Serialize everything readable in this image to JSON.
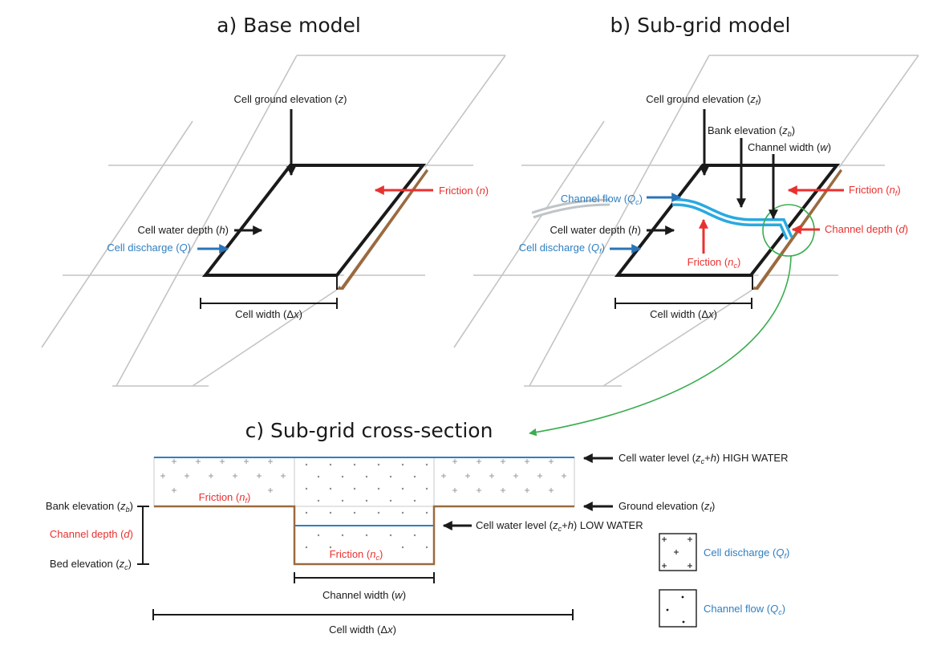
{
  "colors": {
    "black": "#1a1a1a",
    "grid": "#c4c4c4",
    "red_arrow": "#e8312f",
    "blue_arrow": "#2a74b8",
    "channel": "#29a9e0",
    "channel_ghost": "#bfc4c7",
    "bank": "#9a6a3f",
    "water_line": "#2f7fc1",
    "green_link": "#3aad4f"
  },
  "panel_a": {
    "title": "a) Base model",
    "ground_elev": {
      "text": "Cell ground elevation (",
      "sym": "z",
      "close": ")"
    },
    "friction": {
      "text": "Friction (",
      "sym": "n",
      "close": ")"
    },
    "water_depth": {
      "text": "Cell water depth (",
      "sym": "h",
      "close": ")"
    },
    "discharge": {
      "text": "Cell discharge (",
      "sym": "Q",
      "close": ")"
    },
    "cell_width": {
      "text": "Cell width (Δ",
      "sym": "x",
      "close": ")"
    }
  },
  "panel_b": {
    "title": "b) Sub-grid model",
    "ground_elev": {
      "text": "Cell ground elevation (",
      "sym": "z",
      "sub": "f",
      "close": ")"
    },
    "bank_elev": {
      "text": "Bank elevation (",
      "sym": "z",
      "sub": "b",
      "close": ")"
    },
    "channel_width": {
      "text": "Channel width (",
      "sym": "w",
      "close": ")"
    },
    "friction_f": {
      "text": "Friction (",
      "sym": "n",
      "sub": "f",
      "close": ")"
    },
    "channel_flow": {
      "text": "Channel flow (",
      "sym": "Q",
      "sub": "c",
      "close": ")"
    },
    "channel_depth": {
      "text": "Channel depth (",
      "sym": "d",
      "close": ")"
    },
    "water_depth": {
      "text": "Cell water depth (",
      "sym": "h",
      "close": ")"
    },
    "discharge": {
      "text": "Cell discharge (",
      "sym": "Q",
      "sub": "f",
      "close": ")"
    },
    "friction_c": {
      "text": "Friction (",
      "sym": "n",
      "sub": "c",
      "close": ")"
    },
    "cell_width": {
      "text": "Cell width (Δ",
      "sym": "x",
      "close": ")"
    }
  },
  "panel_c": {
    "title": "c) Sub-grid cross-section",
    "high_water": {
      "text": "Cell water level (",
      "sym": "z",
      "sub": "c",
      "mid": "+",
      "sym2": "h",
      "close": ") HIGH WATER"
    },
    "ground_elev": {
      "text": "Ground elevation (",
      "sym": "z",
      "sub": "f",
      "close": ")"
    },
    "low_water": {
      "text": "Cell water level (",
      "sym": "z",
      "sub": "c",
      "mid": "+",
      "sym2": "h",
      "close": ") LOW WATER"
    },
    "bank_elev": {
      "text": "Bank elevation (",
      "sym": "z",
      "sub": "b",
      "close": ")"
    },
    "channel_depth": {
      "text": "Channel depth (",
      "sym": "d",
      "close": ")"
    },
    "bed_elev": {
      "text": "Bed elevation (",
      "sym": "z",
      "sub": "c",
      "close": ")"
    },
    "friction_f": {
      "text": "Friction (",
      "sym": "n",
      "sub": "f",
      "close": ")"
    },
    "friction_c": {
      "text": "Friction (",
      "sym": "n",
      "sub": "c",
      "close": ")"
    },
    "channel_width": {
      "text": "Channel width (",
      "sym": "w",
      "close": ")"
    },
    "cell_width": {
      "text": "Cell width (Δ",
      "sym": "x",
      "close": ")"
    },
    "legend_discharge": {
      "text": "Cell discharge (",
      "sym": "Q",
      "sub": "f",
      "close": ")"
    },
    "legend_flow": {
      "text": "Channel flow (",
      "sym": "Q",
      "sub": "c",
      "close": ")"
    }
  }
}
